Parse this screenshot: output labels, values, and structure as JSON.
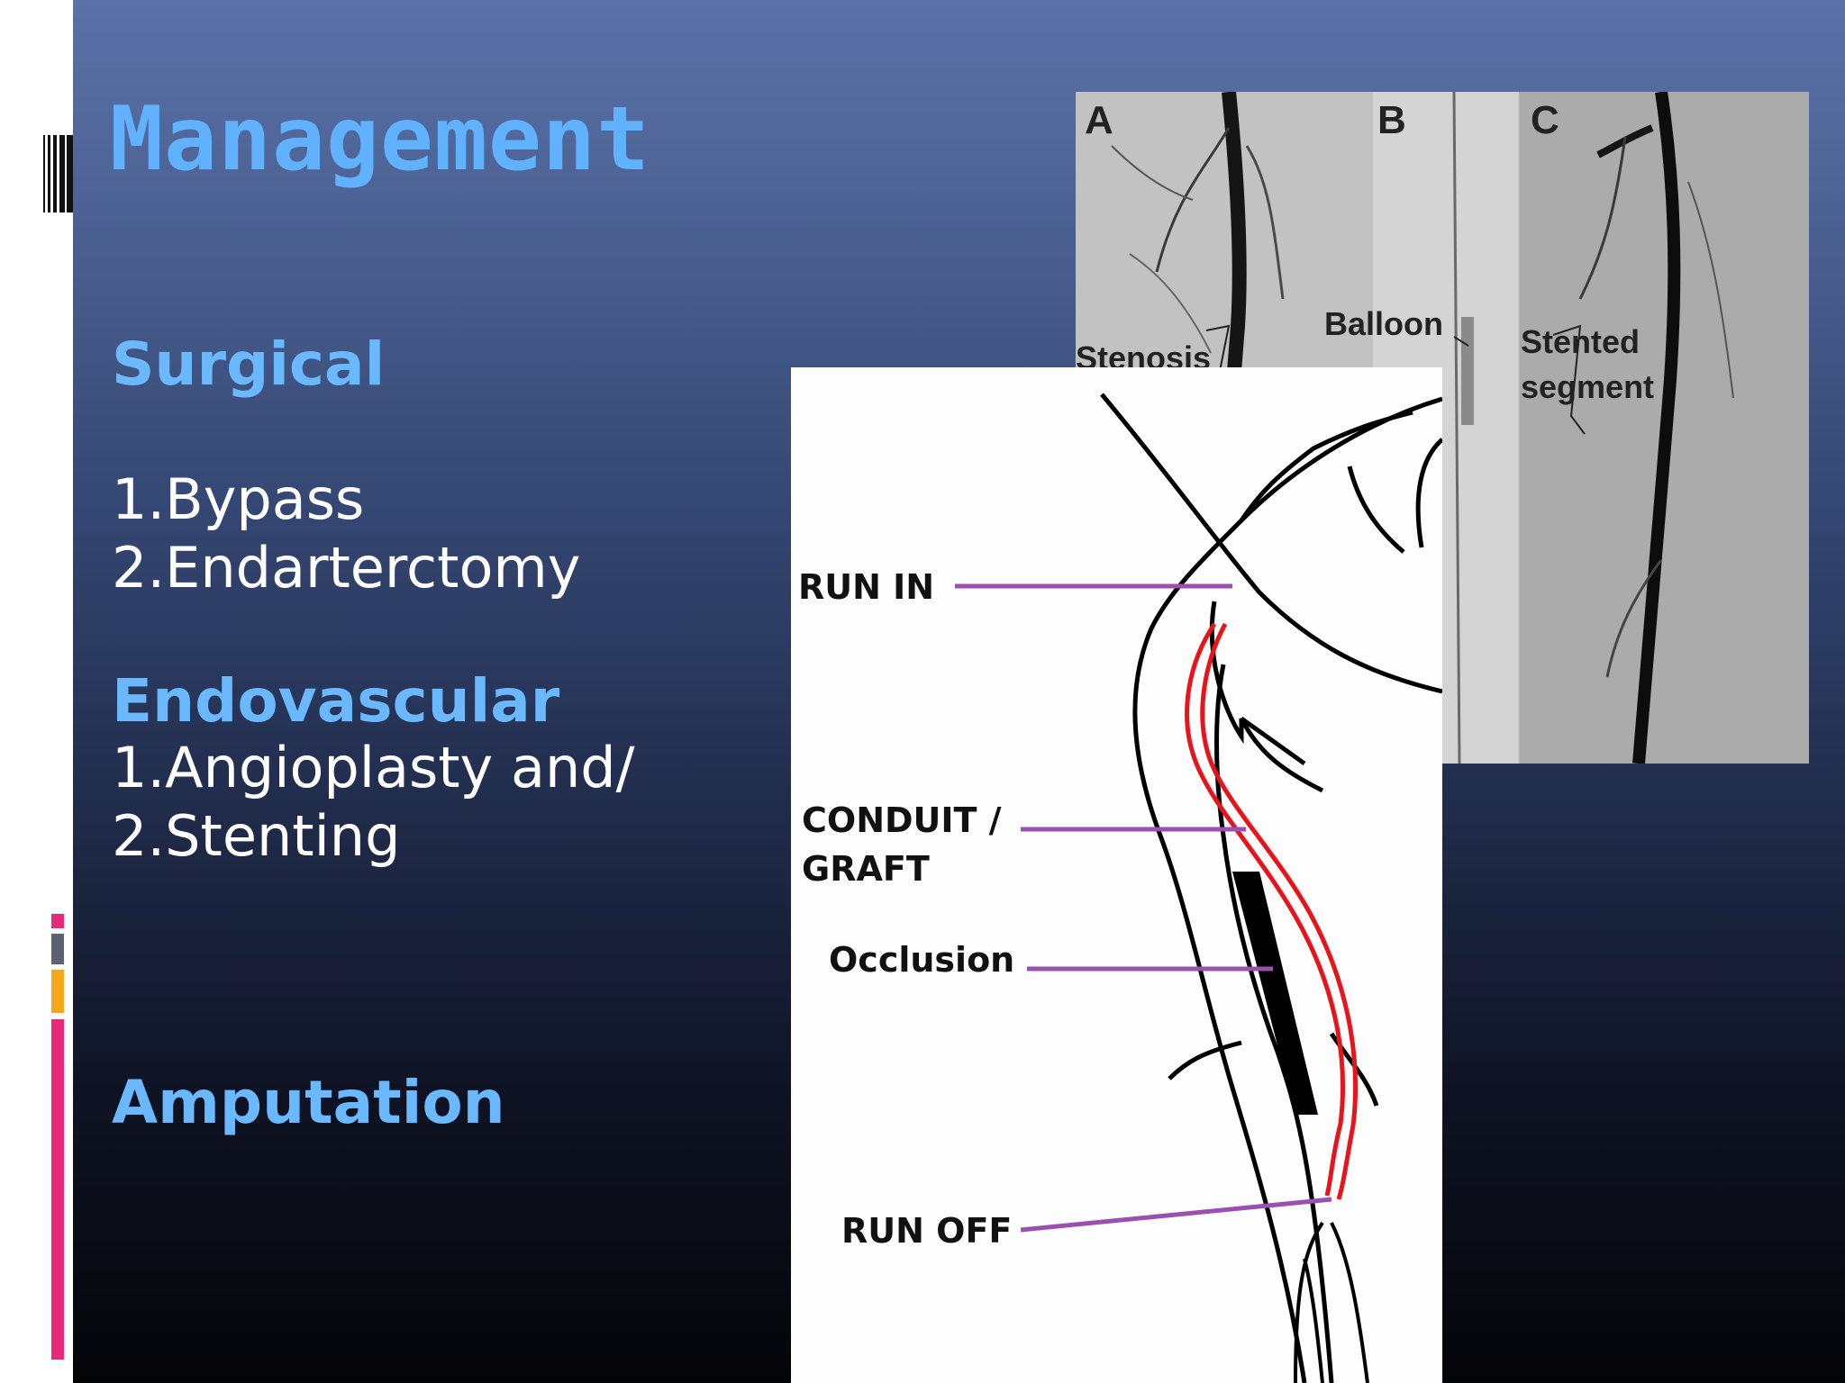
{
  "slide": {
    "title": "Management",
    "surgical": {
      "heading": "Surgical",
      "items": [
        "1.Bypass",
        "2.Endarterctomy"
      ]
    },
    "endovascular": {
      "heading": "Endovascular",
      "items": [
        "1.Angioplasty  and/",
        "2.Stenting"
      ]
    },
    "amputation": {
      "heading": "Amputation"
    }
  },
  "angiogram": {
    "panel_labels": [
      "A",
      "B",
      "C"
    ],
    "annotations": {
      "stenosis": "Stenosis",
      "balloon": "Balloon",
      "stented_line1": "Stented",
      "stented_line2": "segment"
    }
  },
  "bypass_diagram": {
    "labels": {
      "run_in": "RUN IN",
      "conduit_line1": "CONDUIT /",
      "conduit_line2": "GRAFT",
      "occlusion": "Occlusion",
      "run_off": "RUN OFF"
    }
  },
  "colors": {
    "title": "#60b2ff",
    "heading": "#6ab8ff",
    "body_text": "#ffffff",
    "graft_red": "#e8141c",
    "pointer_purple": "#9b4fb0",
    "accent_pink": "#e8287a",
    "accent_orange": "#f5a81c",
    "accent_gray": "#5c6270"
  }
}
